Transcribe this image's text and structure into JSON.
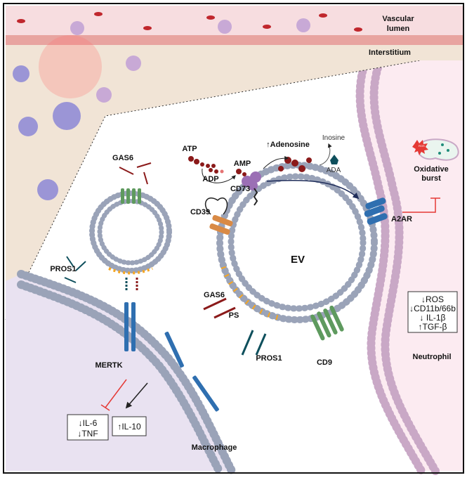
{
  "labels": {
    "vascular_lumen": [
      "Vascular",
      "lumen"
    ],
    "interstitium": "Interstitium",
    "gas6_free": "GAS6",
    "pros1_free": "PROS1",
    "mertk": "MERTK",
    "macrophage": "Macrophage",
    "atp": "ATP",
    "adp": "ADP",
    "amp": "AMP",
    "cd73": "CD73",
    "adenosine": "↑Adenosine",
    "inosine": "Inosine",
    "ada": "ADA",
    "cd39": "CD39",
    "ev": "EV",
    "gas6_ev": "GAS6",
    "ps": "PS",
    "pros1_ev": "PROS1",
    "cd9": "CD9",
    "oxidative_burst": [
      "Oxidative",
      "burst"
    ],
    "ros_badge": "ROS",
    "a2ar": "A2AR",
    "neutrophil": "Neutrophil"
  },
  "macrophage_effects": {
    "down": [
      "↓IL-6",
      "↓TNF"
    ],
    "up": [
      "↑IL-10"
    ]
  },
  "neutrophil_effects": [
    "↓ROS",
    "↓CD11b/66b",
    "↓ IL-1β",
    "↑TGF-β"
  ],
  "colors": {
    "vascular": "#f7dde0",
    "endothelium": "#e8a4a0",
    "interstitium": "#f1e4d6",
    "macrophage": "#e9e2f1",
    "neutrophil": "#fcebf1",
    "membrane_head": "#9aa3b8",
    "neutrophil_membrane": "#c9a8c6",
    "ps": "#f5a623",
    "nucleotide": "#8b1a1a",
    "receptor": "#2f6fb0",
    "cd9": "#5e9a5e",
    "cd39": "#d98a45",
    "inhibit": "#e53935"
  }
}
